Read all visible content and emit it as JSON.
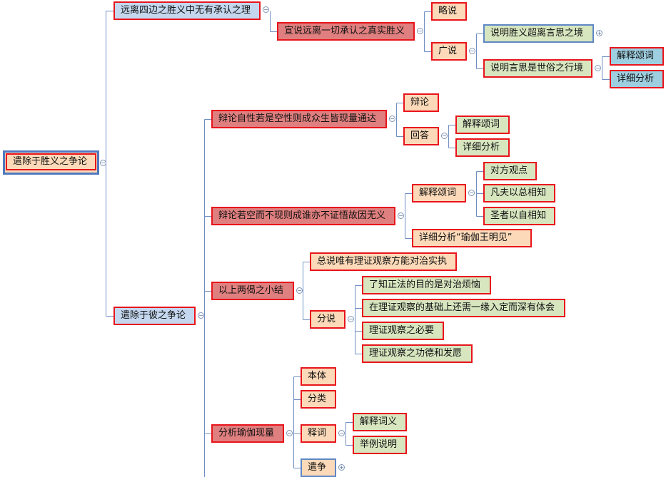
{
  "nodes": {
    "root": "遣除于胜义之争论",
    "n1": "远离四边之胜义中无有承认之理",
    "n1_1": "宣说远离一切承认之真实胜义",
    "n1_1_1": "略说",
    "n1_1_2": "广说",
    "n1_1_2_1": "说明胜义超离言思之境",
    "n1_1_2_2": "说明言思是世俗之行境",
    "n1_1_2_2_1": "解释颂词",
    "n1_1_2_2_2": "详细分析",
    "n2": "遣除于彼之争论",
    "n2_1": "辩论自性若是空性则成众生皆现量通达",
    "n2_1_1": "辩论",
    "n2_1_2": "回答",
    "n2_1_2_1": "解释颂词",
    "n2_1_2_2": "详细分析",
    "n2_2": "辩论若空而不现则成谁亦不证悟故因无义",
    "n2_2_1": "解释颂词",
    "n2_2_1_1": "对方观点",
    "n2_2_1_2": "凡夫以总相知",
    "n2_2_1_3": "圣者以自相知",
    "n2_2_2": "详细分析“瑜伽王明见”",
    "n2_3": "以上两偈之小结",
    "n2_3_1": "总说唯有理证观察方能对治实执",
    "n2_3_2": "分说",
    "n2_3_2_1": "了知正法的目的是对治烦恼",
    "n2_3_2_2": "在理证观察的基础上还需一缘入定而深有体会",
    "n2_3_2_3": "理证观察之必要",
    "n2_3_2_4": "理证观察之功德和发愿",
    "n2_4": "分析瑜伽现量",
    "n2_4_1": "本体",
    "n2_4_2": "分类",
    "n2_4_3": "释词",
    "n2_4_3_1": "解释词义",
    "n2_4_3_2": "举例说明",
    "n2_4_4": "遣争"
  },
  "toggles": {
    "collapse": "−",
    "expand": "+"
  },
  "colors": {
    "connector": "#6f8fc4",
    "node_border_red": "#e8141c",
    "node_border_blue": "#5f87c6",
    "fill_peach": "#fcd9b8",
    "fill_rose": "#e07f7f",
    "fill_blue": "#c4d7ee",
    "fill_green": "#d8e6c0",
    "fill_teal": "#9ecfe0"
  }
}
